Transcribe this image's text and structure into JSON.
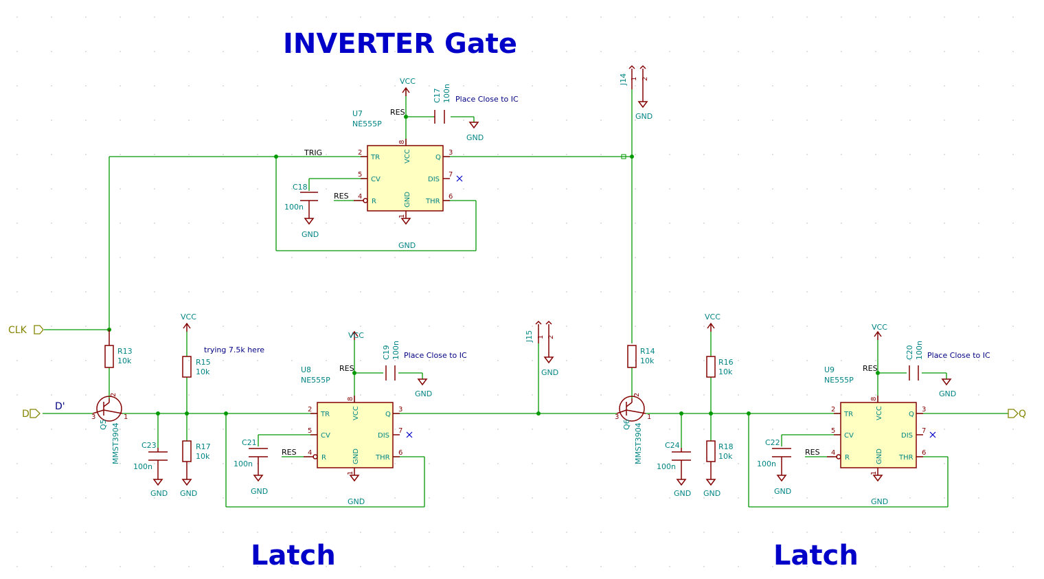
{
  "titles": {
    "inverter": "INVERTER Gate",
    "latch1": "Latch",
    "latch2": "Latch"
  },
  "notes": {
    "place_close": "Place Close to IC",
    "trying": "trying 7.5k here"
  },
  "nets": {
    "vcc": "VCC",
    "gnd": "GND",
    "res": "RES",
    "trig": "TRIG",
    "d_prime": "D'"
  },
  "ports": {
    "clk": "CLK",
    "d": "D",
    "q": "Q"
  },
  "ic_pins": {
    "tr": "TR",
    "cv": "CV",
    "r": "R",
    "vcc": "VCC",
    "gnd": "GND",
    "q": "Q",
    "dis": "DIS",
    "thr": "THR",
    "n1": "1",
    "n2": "2",
    "n3": "3",
    "n4": "4",
    "n5": "5",
    "n6": "6",
    "n7": "7",
    "n8": "8"
  },
  "components": {
    "u7": {
      "ref": "U7",
      "value": "NE555P"
    },
    "u8": {
      "ref": "U8",
      "value": "NE555P"
    },
    "u9": {
      "ref": "U9",
      "value": "NE555P"
    },
    "q5": {
      "ref": "Q5",
      "value": "MMST3904"
    },
    "q6": {
      "ref": "Q6",
      "value": "MMST3904"
    },
    "r13": {
      "ref": "R13",
      "value": "10k"
    },
    "r14": {
      "ref": "R14",
      "value": "10k"
    },
    "r15": {
      "ref": "R15",
      "value": "10k"
    },
    "r16": {
      "ref": "R16",
      "value": "10k"
    },
    "r17": {
      "ref": "R17",
      "value": "10k"
    },
    "r18": {
      "ref": "R18",
      "value": "10k"
    },
    "c17": {
      "ref": "C17",
      "value": "100n"
    },
    "c18": {
      "ref": "C18",
      "value": "100n"
    },
    "c19": {
      "ref": "C19",
      "value": "100n"
    },
    "c20": {
      "ref": "C20",
      "value": "100n"
    },
    "c21": {
      "ref": "C21",
      "value": "100n"
    },
    "c22": {
      "ref": "C22",
      "value": "100n"
    },
    "c23": {
      "ref": "C23",
      "value": "100n"
    },
    "c24": {
      "ref": "C24",
      "value": "100n"
    },
    "j14": {
      "ref": "J14",
      "pin1": "1",
      "pin2": "2"
    },
    "j15": {
      "ref": "J15",
      "pin1": "1",
      "pin2": "2"
    }
  },
  "transistor_pins": {
    "b": "2",
    "c": "1",
    "e": "3"
  },
  "colors": {
    "wire": "#009900",
    "part": "#840000",
    "ic_fill": "#ffffc2",
    "ref_text": "#008484",
    "note": "#000084",
    "title": "#0000c8",
    "port": "#848400"
  }
}
